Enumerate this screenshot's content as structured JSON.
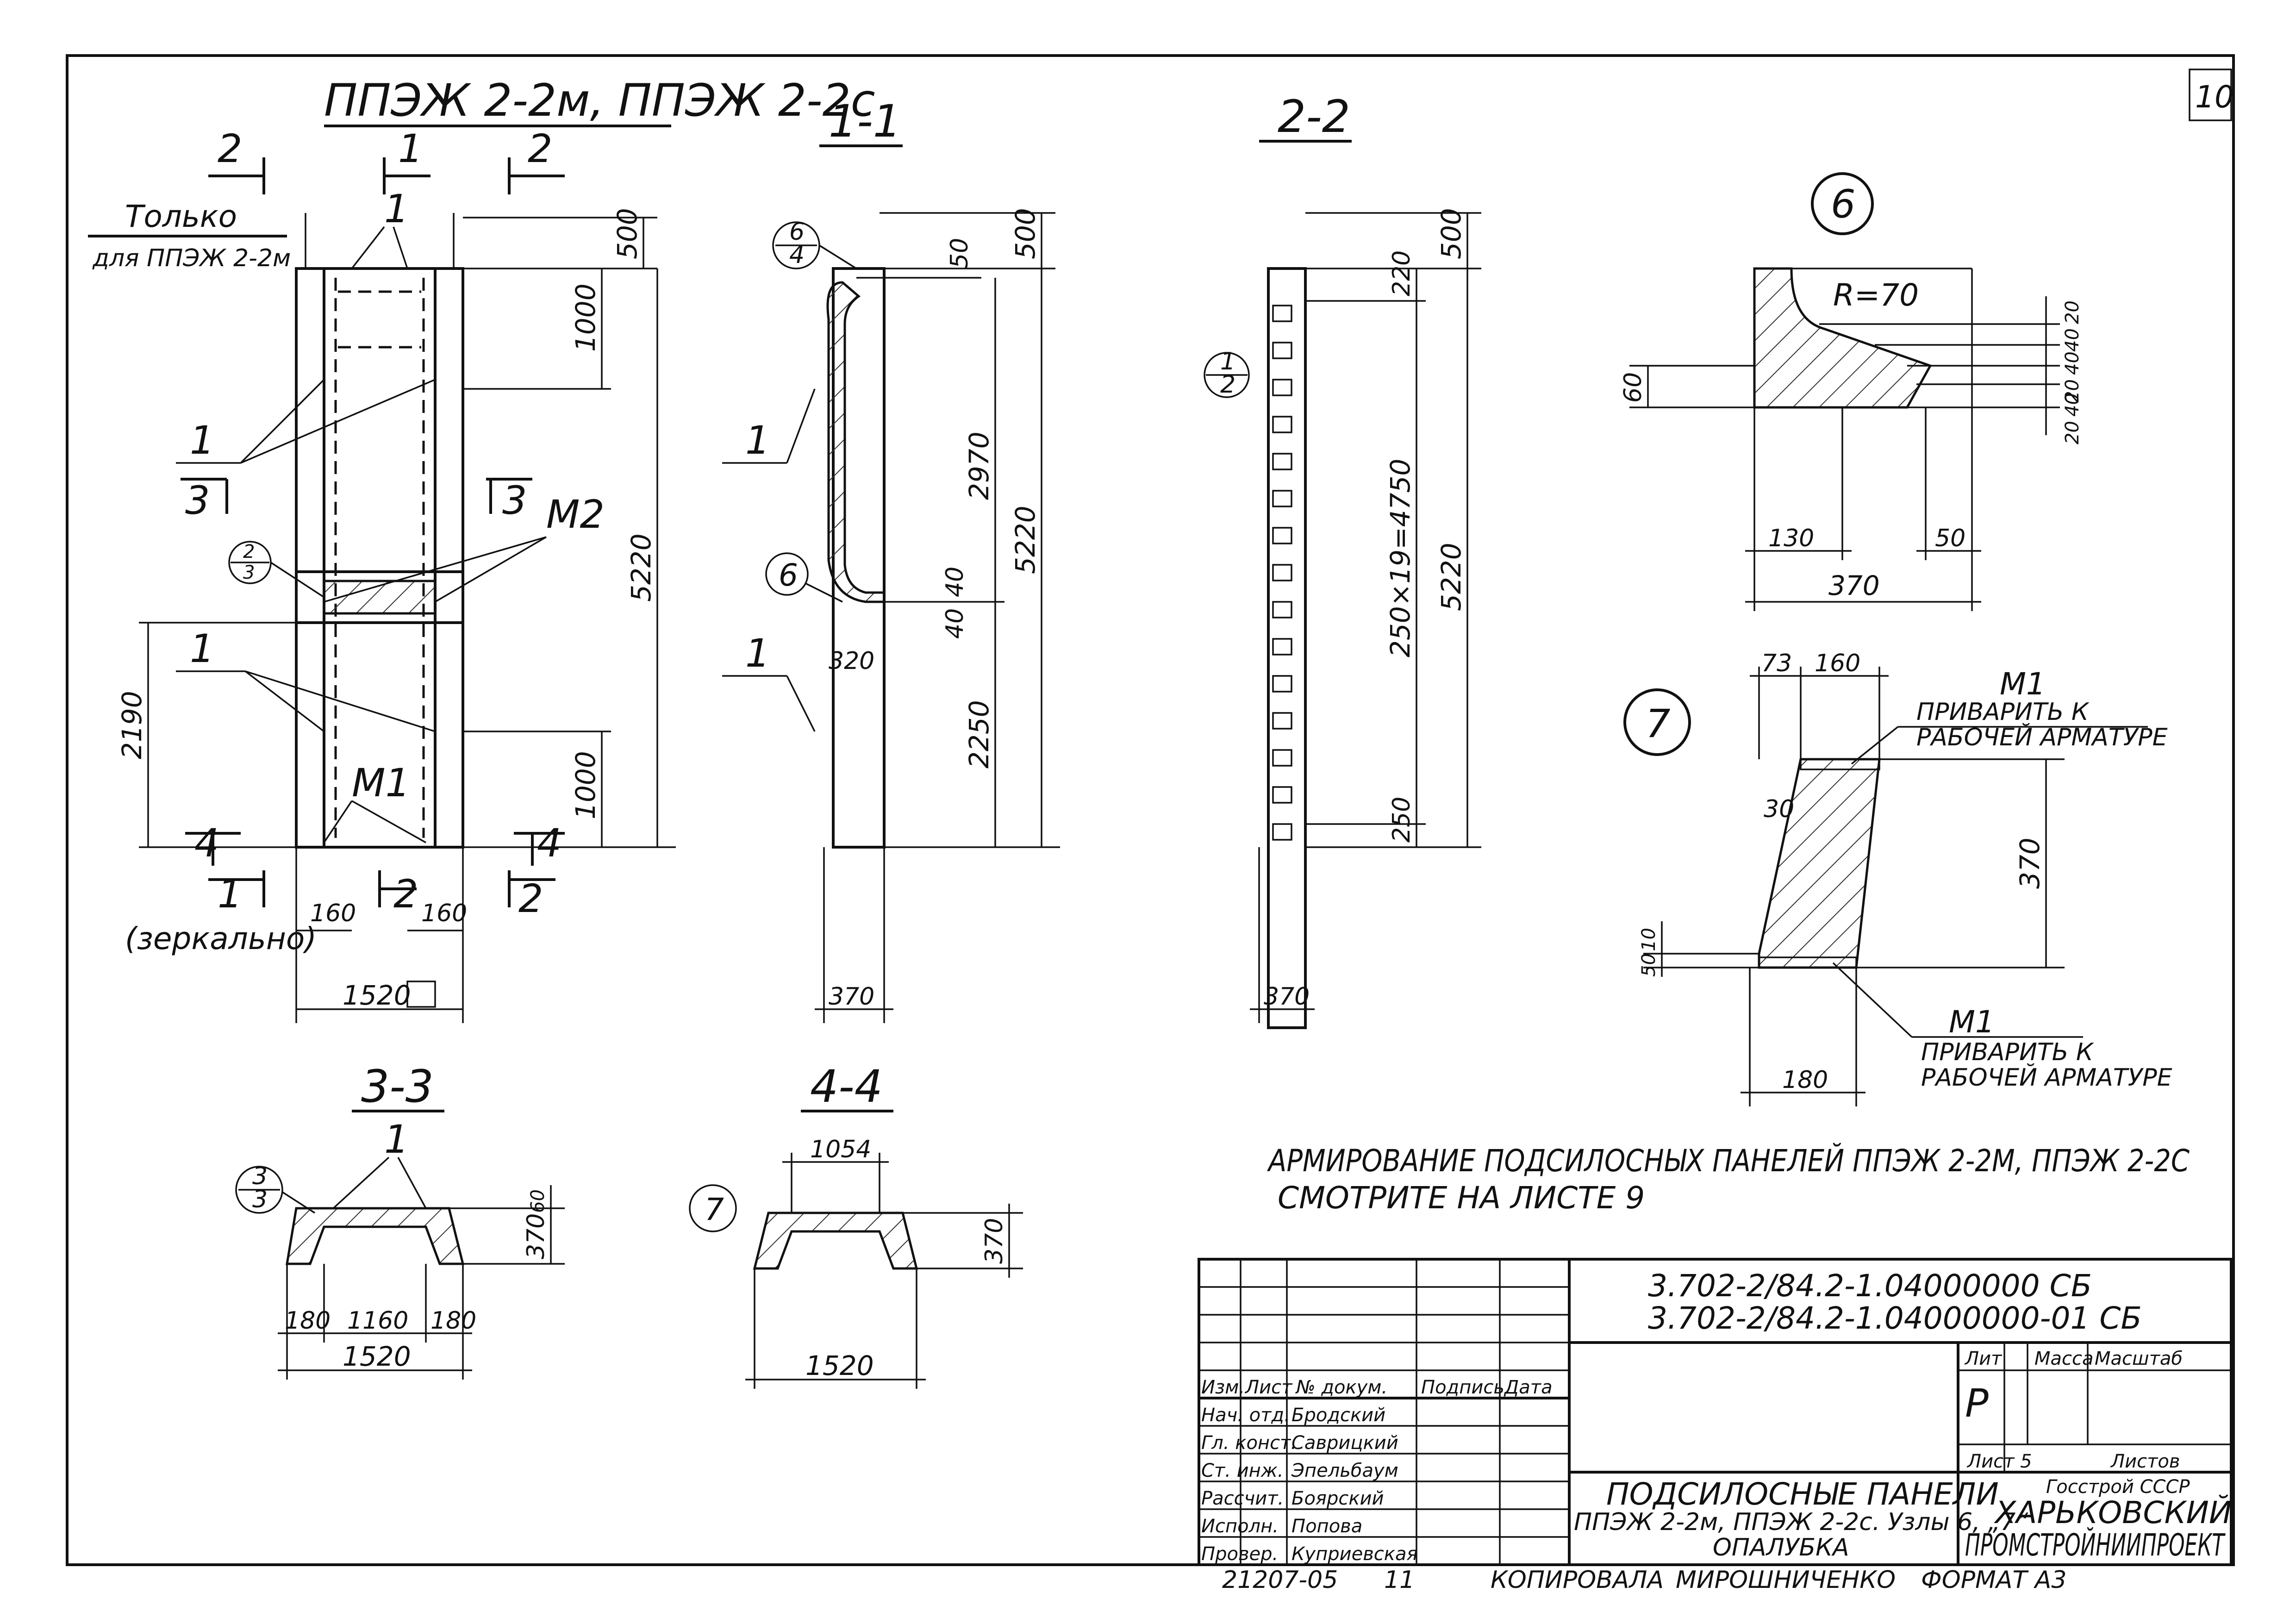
{
  "page_number": "10",
  "main_view": {
    "title": "ППЭЖ 2-2м, ППЭЖ 2-2с",
    "note_line1": "Только",
    "note_line2": "для ППЭЖ 2-2м",
    "mirror_note": "(зеркально)",
    "dims": [
      "500",
      "1000",
      "5220",
      "2190",
      "1000",
      "160",
      "160",
      "1520"
    ],
    "callouts": [
      "1",
      "1",
      "1",
      "3",
      "3",
      "М2",
      "М1",
      "2",
      "2",
      "1",
      "1",
      "2",
      "2",
      "4",
      "4"
    ],
    "node_2_3": [
      "2",
      "3"
    ]
  },
  "section_1": {
    "title": "1-1",
    "node_6_4": [
      "6",
      "4"
    ],
    "node": "6",
    "dims": [
      "500",
      "50",
      "2970",
      "5220",
      "40",
      "40",
      "320",
      "2250",
      "370"
    ],
    "callouts": [
      "1",
      "1"
    ]
  },
  "section_2": {
    "title": "2-2",
    "node_1_2": [
      "1",
      "2"
    ],
    "dims": [
      "500",
      "220",
      "250×19=4750",
      "5220",
      "250",
      "370"
    ]
  },
  "node_6": {
    "number": "6",
    "radius": "R=70",
    "dims": [
      "20",
      "40",
      "40",
      "20",
      "20",
      "40",
      "60",
      "130",
      "50",
      "370"
    ]
  },
  "node_7": {
    "number": "7",
    "dims": [
      "73",
      "160",
      "30",
      "370",
      "10",
      "50",
      "180"
    ],
    "m1_top": "М1",
    "m1_top_note1": "Приварить к",
    "m1_top_note2": "рабочей арматуре",
    "m1_bottom": "М1",
    "m1_bottom_note1": "Приварить к",
    "m1_bottom_note2": "рабочей арматуре"
  },
  "section_3": {
    "title": "3-3",
    "node_3_3": [
      "3",
      "3"
    ],
    "callout": "1",
    "dims": [
      "60",
      "370",
      "180",
      "1160",
      "180",
      "1520"
    ]
  },
  "section_4": {
    "title": "4-4",
    "node": "7",
    "dims": [
      "1054",
      "370",
      "1520"
    ]
  },
  "note": {
    "line1": "Армирование подсилосных панелей ППЭЖ 2-2м, ППЭЖ 2-2с",
    "line2": "смотрите на листе 9"
  },
  "title_block": {
    "code1": "3.702-2/84.2-1.04000000 СБ",
    "code2": "3.702-2/84.2-1.04000000-01 СБ",
    "headers": [
      "Изм.",
      "Лист",
      "№ докум.",
      "Подпись",
      "Дата"
    ],
    "staff": [
      [
        "Нач. отд.",
        "Бродский"
      ],
      [
        "Гл. конст.",
        "Саврицкий"
      ],
      [
        "Ст. инж.",
        "Эпельбаум"
      ],
      [
        "Рассчит.",
        "Боярский"
      ],
      [
        "Исполн.",
        "Попова"
      ],
      [
        "Провер.",
        "Куприевская"
      ]
    ],
    "doc_title1": "Подсилосные панели",
    "doc_title2": "ППЭЖ 2-2м, ППЭЖ 2-2с. Узлы 6, „7“",
    "doc_title3": "Опалубка",
    "lit_header": "Лит",
    "mass_header": "Масса",
    "scale_header": "Масштаб",
    "lit_value": "Р",
    "sheet": "Лист 5",
    "sheets": "Листов",
    "org1": "Госстрой СССР",
    "org2": "ХАРЬКОВСКИЙ",
    "org3": "ПРОМСТРОЙНИИПРОЕКТ"
  },
  "footer": {
    "inv": "21207-05",
    "sheet_no": "11",
    "copied_by": "Копировала",
    "copier": "Мирошниченко",
    "format": "Формат А3"
  }
}
